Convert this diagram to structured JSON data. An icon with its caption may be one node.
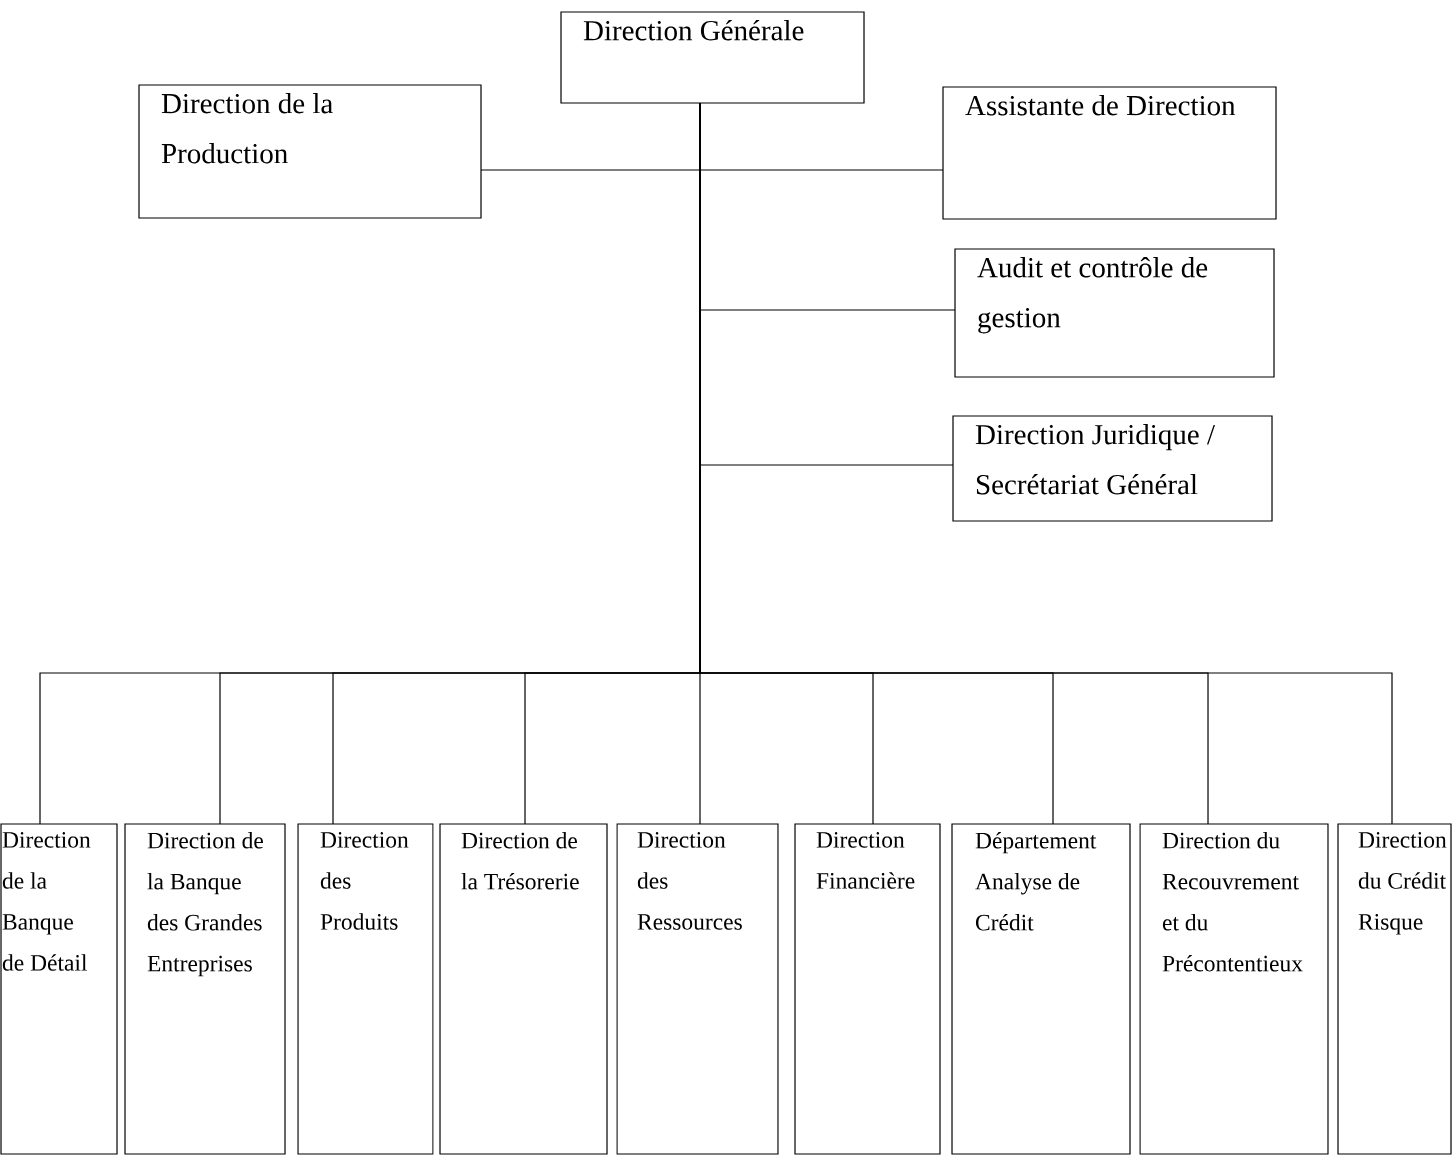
{
  "diagram": {
    "nodes": [
      {
        "text": [
          "Direction Générale"
        ]
      },
      {
        "text": [
          "Direction de la Production"
        ]
      },
      {
        "text": [
          "Assistante de Direction"
        ]
      },
      {
        "text": [
          "Audit et contrôle de gestion"
        ]
      },
      {
        "text": [
          "Direction Juridique / Secrétariat Général"
        ]
      },
      {
        "text": [
          "Direction de la Banque de Détail"
        ]
      },
      {
        "text": [
          "Direction de la Banque des Grandes Entreprises"
        ]
      },
      {
        "text": [
          "Direction des Produits"
        ]
      },
      {
        "text": [
          "Direction de la Trésorerie"
        ]
      },
      {
        "text": [
          "Direction des Ressources"
        ]
      },
      {
        "text": [
          "Direction Financière"
        ]
      },
      {
        "text": [
          "Département Analyse de Crédit"
        ]
      },
      {
        "text": [
          "Direction du Recouvrement et du Précontentieux"
        ]
      },
      {
        "text": [
          "Direction du Crédit Risque"
        ]
      }
    ],
    "edges": [
      {
        "from": 0,
        "to": 1,
        "arrow": "none"
      },
      {
        "from": 0,
        "to": 2,
        "arrow": "none"
      },
      {
        "from": 0,
        "to": 3,
        "arrow": "none"
      },
      {
        "from": 0,
        "to": 4,
        "arrow": "none"
      },
      {
        "from": 0,
        "to": 5,
        "arrow": "none"
      },
      {
        "from": 0,
        "to": 6,
        "arrow": "none"
      },
      {
        "from": 0,
        "to": 7,
        "arrow": "none"
      },
      {
        "from": 0,
        "to": 8,
        "arrow": "none"
      },
      {
        "from": 0,
        "to": 9,
        "arrow": "none"
      },
      {
        "from": 0,
        "to": 10,
        "arrow": "none"
      },
      {
        "from": 0,
        "to": 11,
        "arrow": "none"
      },
      {
        "from": 0,
        "to": 12,
        "arrow": "none"
      },
      {
        "from": 0,
        "to": 13,
        "arrow": "none"
      }
    ]
  }
}
